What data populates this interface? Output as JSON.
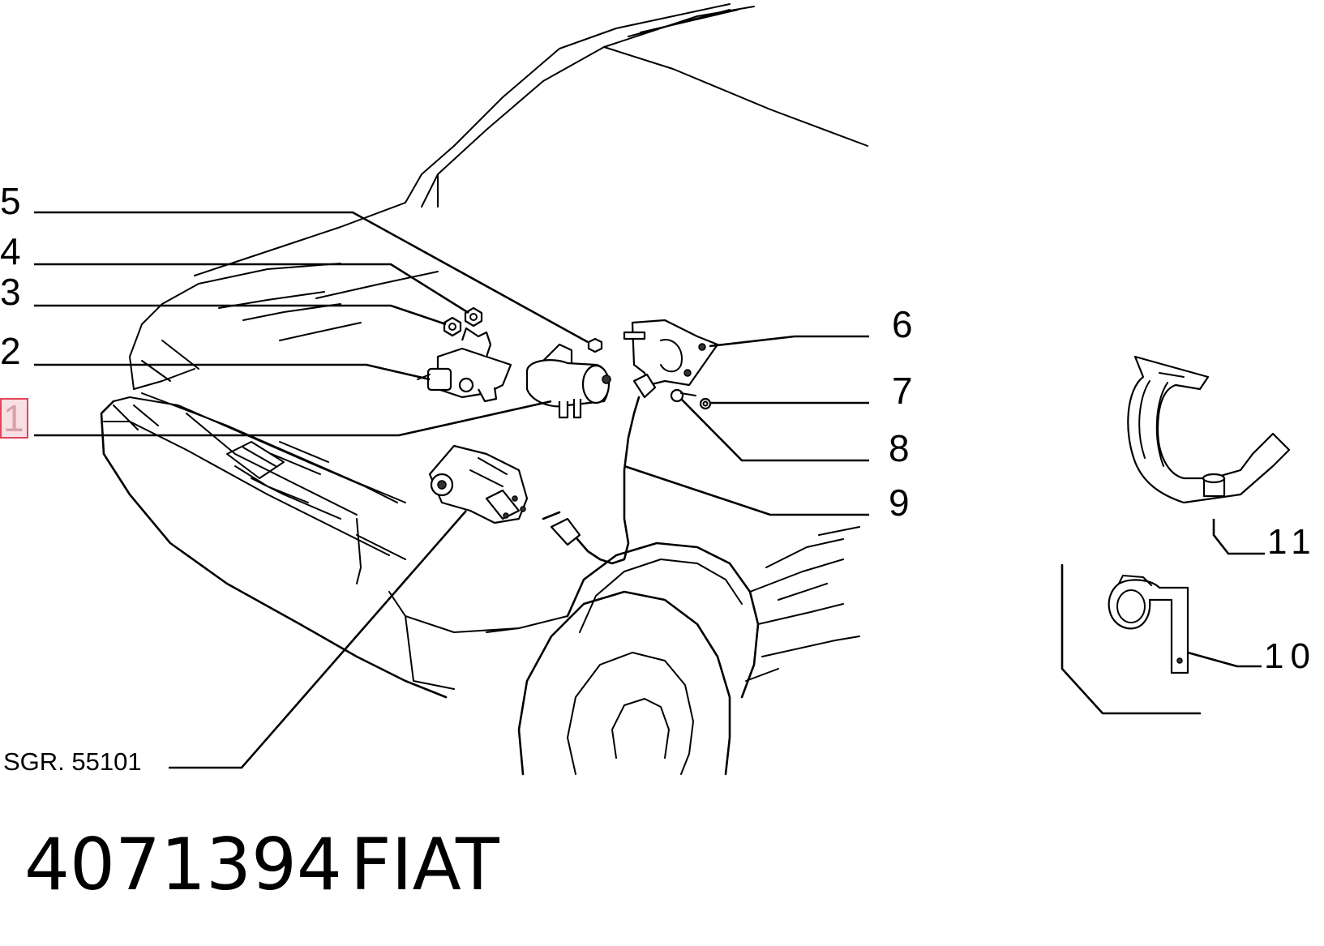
{
  "diagram": {
    "callouts": {
      "c1": "1",
      "c2": "2",
      "c3": "3",
      "c4": "4",
      "c5": "5",
      "c6": "6",
      "c7": "7",
      "c8": "8",
      "c9": "9",
      "c10": "10",
      "c11": "11"
    },
    "highlighted_callout": "1",
    "highlight_color": "#e0455a",
    "reference": "SGR. 55101",
    "part_number": "4071394",
    "brand": "FIAT"
  }
}
